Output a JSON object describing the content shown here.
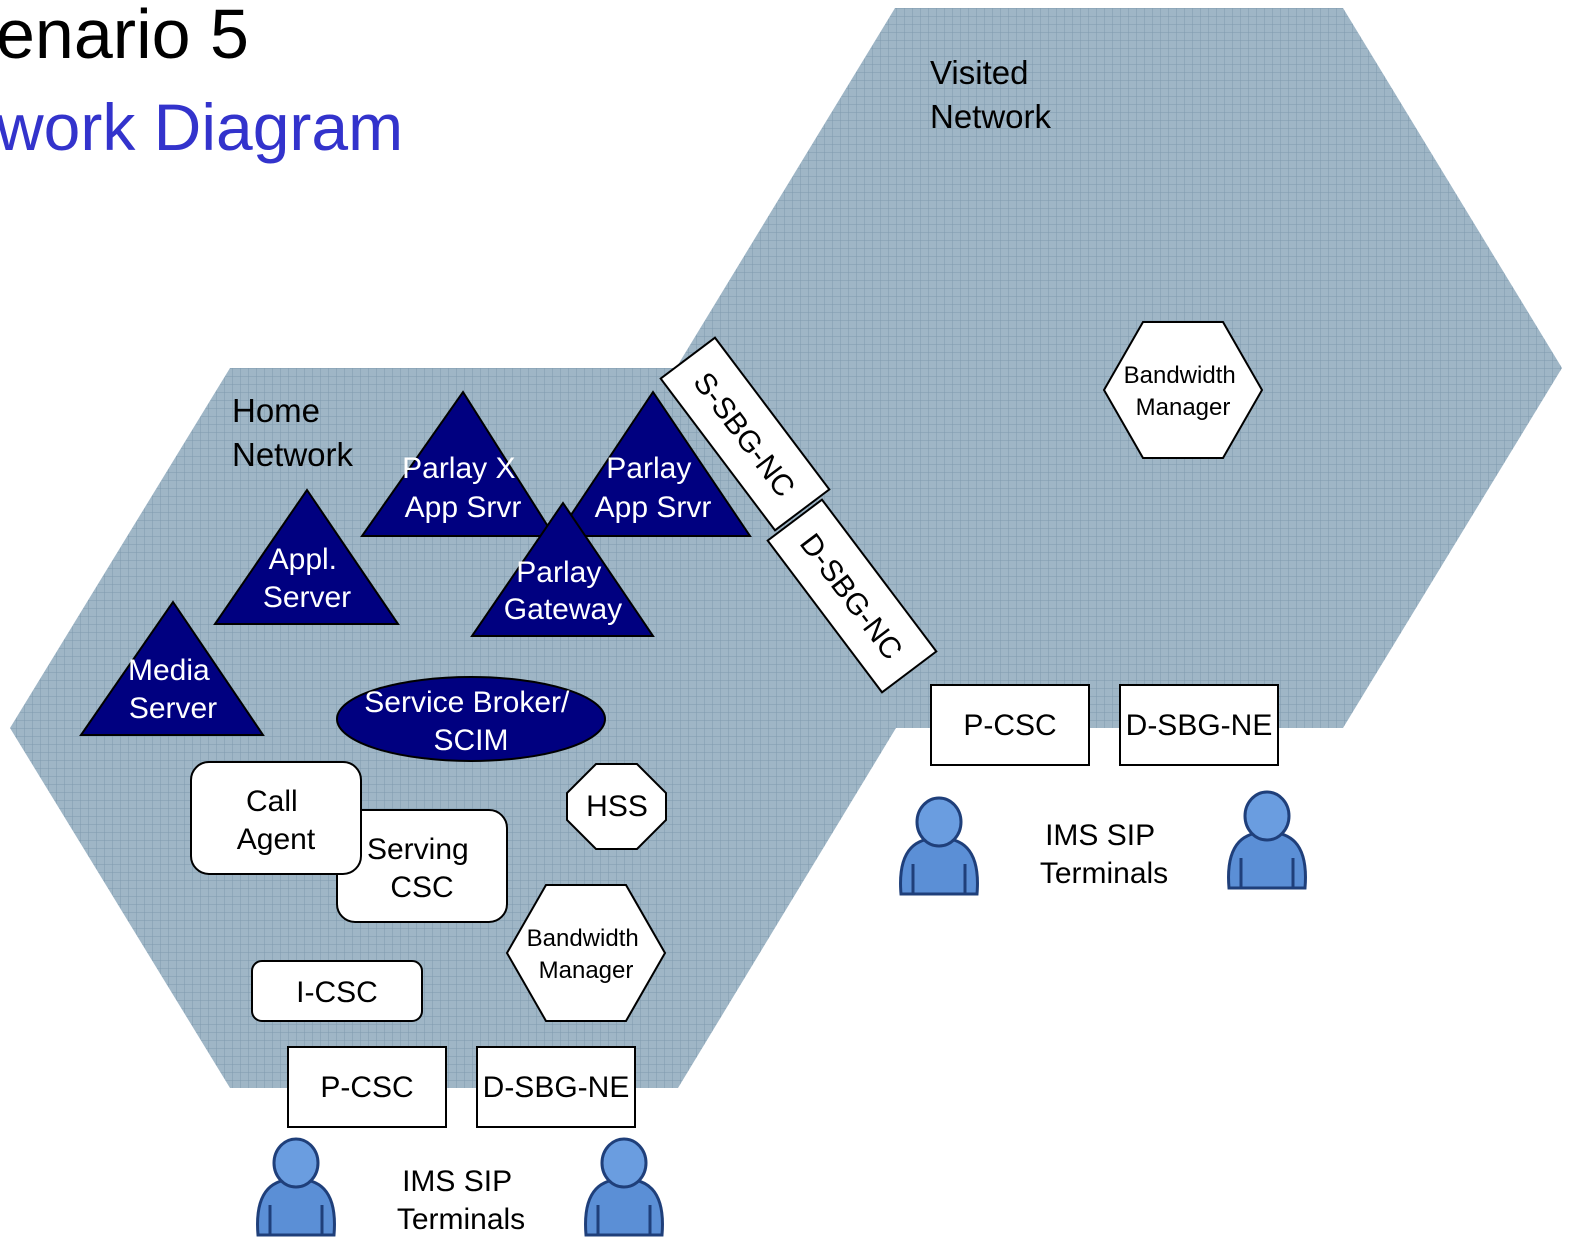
{
  "title": {
    "line1": "enario 5",
    "line2": "work Diagram"
  },
  "colors": {
    "network_fill": "#9fb6c6",
    "grid_line": "#7f9aae",
    "dark_node": "#000080",
    "title_blue": "#3333cc",
    "person_blue": "#5b8fd6"
  },
  "networks": {
    "visited": {
      "label_line1": "Visited",
      "label_line2": "Network"
    },
    "home": {
      "label_line1": "Home",
      "label_line2": "Network"
    }
  },
  "home": {
    "parlay_x": [
      "Parlay X",
      "App Srvr"
    ],
    "parlay_app": [
      "Parlay",
      "App Srvr"
    ],
    "appl_server": [
      "Appl.",
      "Server"
    ],
    "parlay_gateway": [
      "Parlay",
      "Gateway"
    ],
    "media_server": [
      "Media",
      "Server"
    ],
    "service_broker": [
      "Service Broker/",
      "SCIM"
    ],
    "call_agent": [
      "Call",
      "Agent"
    ],
    "serving_csc": [
      "Serving",
      "CSC"
    ],
    "hss": "HSS",
    "bandwidth_manager": [
      "Bandwidth",
      "Manager"
    ],
    "i_csc": "I-CSC",
    "p_csc": "P-CSC",
    "d_sbg_ne": "D-SBG-NE",
    "terminals": [
      "IMS SIP",
      "Terminals"
    ]
  },
  "border": {
    "s_sbg_nc": "S-SBG-NC",
    "d_sbg_nc": "D-SBG-NC"
  },
  "visited": {
    "bandwidth_manager": [
      "Bandwidth",
      "Manager"
    ],
    "p_csc": "P-CSC",
    "d_sbg_ne": "D-SBG-NE",
    "terminals": [
      "IMS SIP",
      "Terminals"
    ]
  }
}
